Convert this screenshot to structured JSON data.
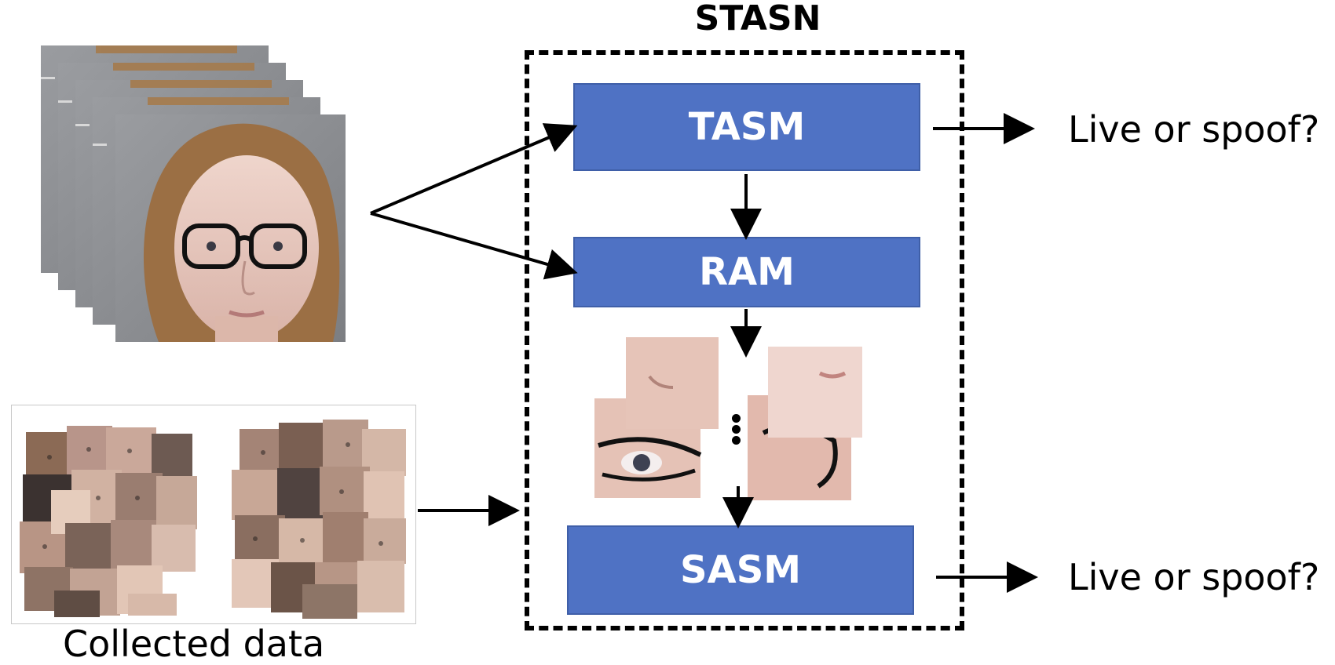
{
  "diagram": {
    "title": "STASN",
    "modules": {
      "tasm": "TASM",
      "ram": "RAM",
      "sasm": "SASM"
    },
    "outputs": {
      "top": "Live or spoof?",
      "bottom": "Live or spoof?"
    },
    "collected_caption": "Collected data",
    "colors": {
      "module_fill": "#4f72c4",
      "arrow": "#000000"
    }
  }
}
